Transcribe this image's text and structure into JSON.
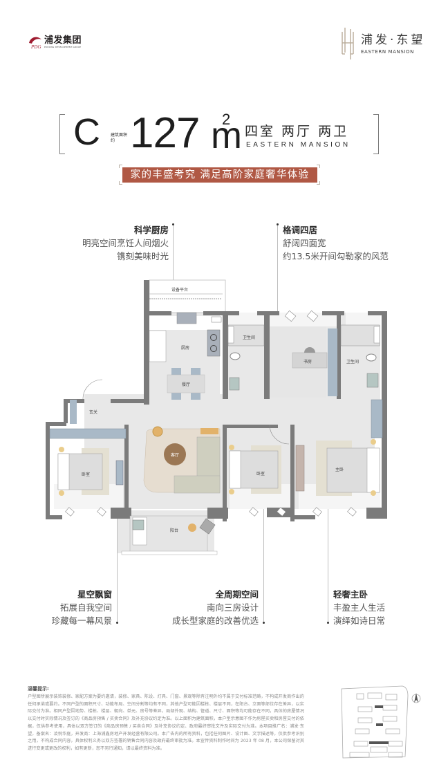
{
  "header": {
    "developer_logo": {
      "name": "浦发集团",
      "subtitle": "PUDONG DEVELOPMENT GROUP",
      "mark_color": "#9e1b2f"
    },
    "project_logo": {
      "name": "浦发·东望",
      "subtitle": "EASTERN MANSION",
      "mark_color": "#b8aa98"
    }
  },
  "unit": {
    "type": "C",
    "area_note": "建筑面积约",
    "area_value": "127",
    "area_unit": "m",
    "area_superscript": "2",
    "layout_cn": "四室 两厅 两卫",
    "layout_en": "EASTERN  MANSION"
  },
  "slogan": {
    "text": "家的丰盛考究 满足高阶家庭奢华体验",
    "bg_color": "#b05844"
  },
  "annotations": [
    {
      "title": "科学厨房",
      "lines": [
        "明亮空间烹饪人间烟火",
        "镌刻美味时光"
      ]
    },
    {
      "title": "格调四居",
      "lines": [
        "舒阔四面宽",
        "约13.5米开间勾勒家的风范"
      ]
    },
    {
      "title": "星空飘窗",
      "lines": [
        "拓展自我空间",
        "珍藏每一幕风景"
      ]
    },
    {
      "title": "全周期空间",
      "lines": [
        "南向三房设计",
        "成长型家庭的改善优选"
      ]
    },
    {
      "title": "轻奢主卧",
      "lines": [
        "丰盈主人生活",
        "演绎如诗日常"
      ]
    }
  ],
  "rooms": {
    "equipment_platform": "设备平台",
    "kitchen": "厨房",
    "dining": "餐厅",
    "bathroom_1": "卫生间",
    "study": "书房",
    "bathroom_2": "卫生间",
    "foyer": "玄关",
    "living": "客厅",
    "bedroom_1": "卧室",
    "bedroom_2": "卧室",
    "master_bedroom": "主卧",
    "balcony": "阳台"
  },
  "notice": {
    "title": "温馨提示:",
    "body": "户型图所展示装饰装修、家配方案为要约邀请，装修、家具、陈设、灯具、门窗、景观等除有注明外均不属于交付标准范畴，不构成开发商作出的任何承诺或要约。不同户型的面积尺寸、功能布局、空间分割等均有不同，其他户型可能因楼栋、楼层不同，在阳台、立面等部位存在差异，以实际交付为准。相同户型因地势、楼栋、楼层、朝向、单元、房号等差异，局部外观、结构、管道、尺寸、面积等均可能存在不同，具体的房屋情况以交付时实际情况及签订的《商品房预售 / 买卖合同》及补充协议约定为准。以上面积为建筑面积，本户型示意图不作为房屋买卖和房屋交付的依据，仅供参考使用，具体以双方签订的《商品房预售 / 买卖合同》及补充协议约定、政府最终审批文件及实际交付为准。本项目推广名：浦发·东望，备案名：凌悦华庭，开发商：上海浦鑫房地产开发经营有限公司。本广告内的所有资料，包括任何图片、设计图、文字描述等，仅供参考识别之用，不构成合同内容，具体权利义务以双方签署的销售合同内容及政府最终审批为准。本宣传资料制作时间为 2023 年 08 月，本公司保留对其进行变更或更改的权利，如有更新，恕不另行通知，请以最终资料为准。"
  },
  "siteplan": {
    "label": "site-plan-thumbnail",
    "compass": "N"
  },
  "colors": {
    "wall": "#7b7b7b",
    "floor": "#e8e8e8",
    "furniture_blue": "#a9b9c7",
    "living_rug": "#e6ddd0",
    "sofa": "#cfcfbf",
    "coffee_table": "#9b7754",
    "accent_orange": "#e2b26a"
  }
}
